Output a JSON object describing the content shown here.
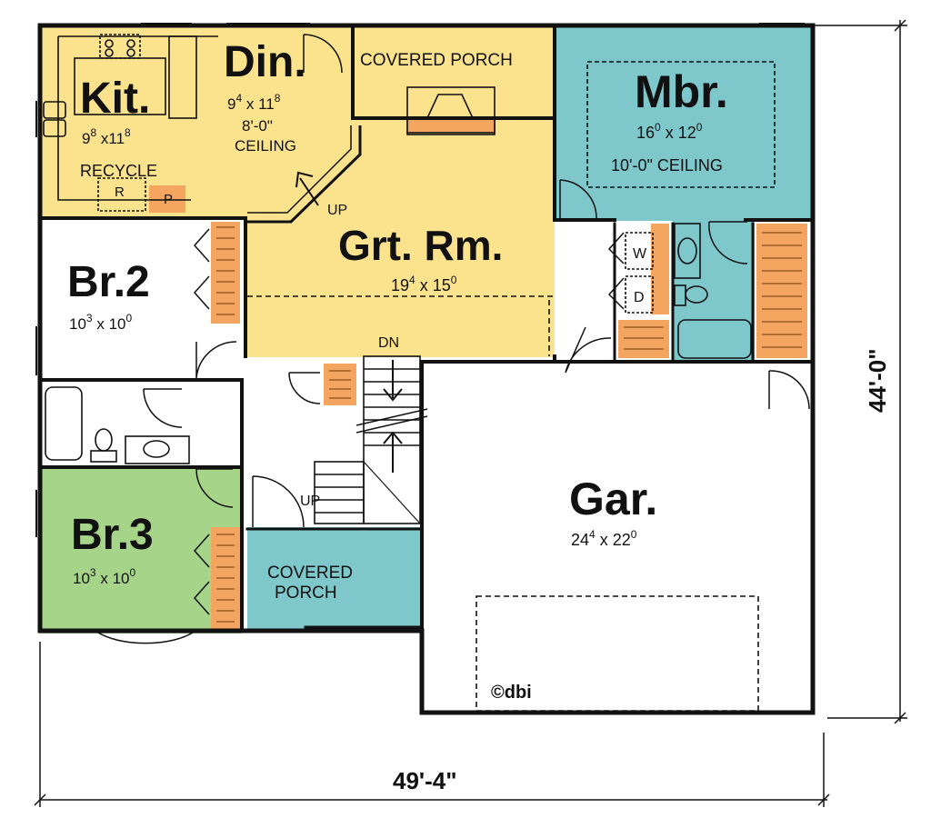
{
  "colors": {
    "kitchen": "#fbe38e",
    "great_room": "#fbe38e",
    "master": "#7ec8cc",
    "bath": "#7ec8cc",
    "bedroom3": "#a6d58a",
    "porch_front": "#7ec8cc",
    "closet": "#f4a55f",
    "pantry": "#f4a55f",
    "wall": "#111111",
    "white": "#ffffff"
  },
  "rooms": {
    "kitchen": {
      "name": "Kit.",
      "w_ft": "9",
      "w_in": "8",
      "l_ft": "11",
      "l_in": "8"
    },
    "dining": {
      "name": "Din.",
      "w_ft": "9",
      "w_in": "4",
      "l_ft": "11",
      "l_in": "8",
      "note": "8'-0\"",
      "note2": "CEILING"
    },
    "covered_porch_rear": {
      "name": "COVERED PORCH"
    },
    "master": {
      "name": "Mbr.",
      "w_ft": "16",
      "w_in": "0",
      "l_ft": "12",
      "l_in": "0",
      "note": "10'-0\" CEILING"
    },
    "great_room": {
      "name": "Grt. Rm.",
      "w_ft": "19",
      "w_in": "4",
      "l_ft": "15",
      "l_in": "0"
    },
    "bedroom2": {
      "name": "Br.2",
      "w_ft": "10",
      "w_in": "3",
      "l_ft": "10",
      "l_in": "0"
    },
    "bedroom3": {
      "name": "Br.3",
      "w_ft": "10",
      "w_in": "3",
      "l_ft": "10",
      "l_in": "0"
    },
    "covered_porch_front": {
      "line1": "COVERED",
      "line2": "PORCH"
    },
    "garage": {
      "name": "Gar.",
      "w_ft": "24",
      "w_in": "4",
      "l_ft": "22",
      "l_in": "0"
    }
  },
  "labels": {
    "recycle": "RECYCLE",
    "r": "R",
    "p": "P",
    "up_kitchen": "UP",
    "up_stairs": "UP",
    "dn_stairs": "DN",
    "washer": "W",
    "dryer": "D",
    "copyright": "©dbi"
  },
  "dimensions": {
    "width": "49'-4\"",
    "depth": "44'-0\""
  }
}
